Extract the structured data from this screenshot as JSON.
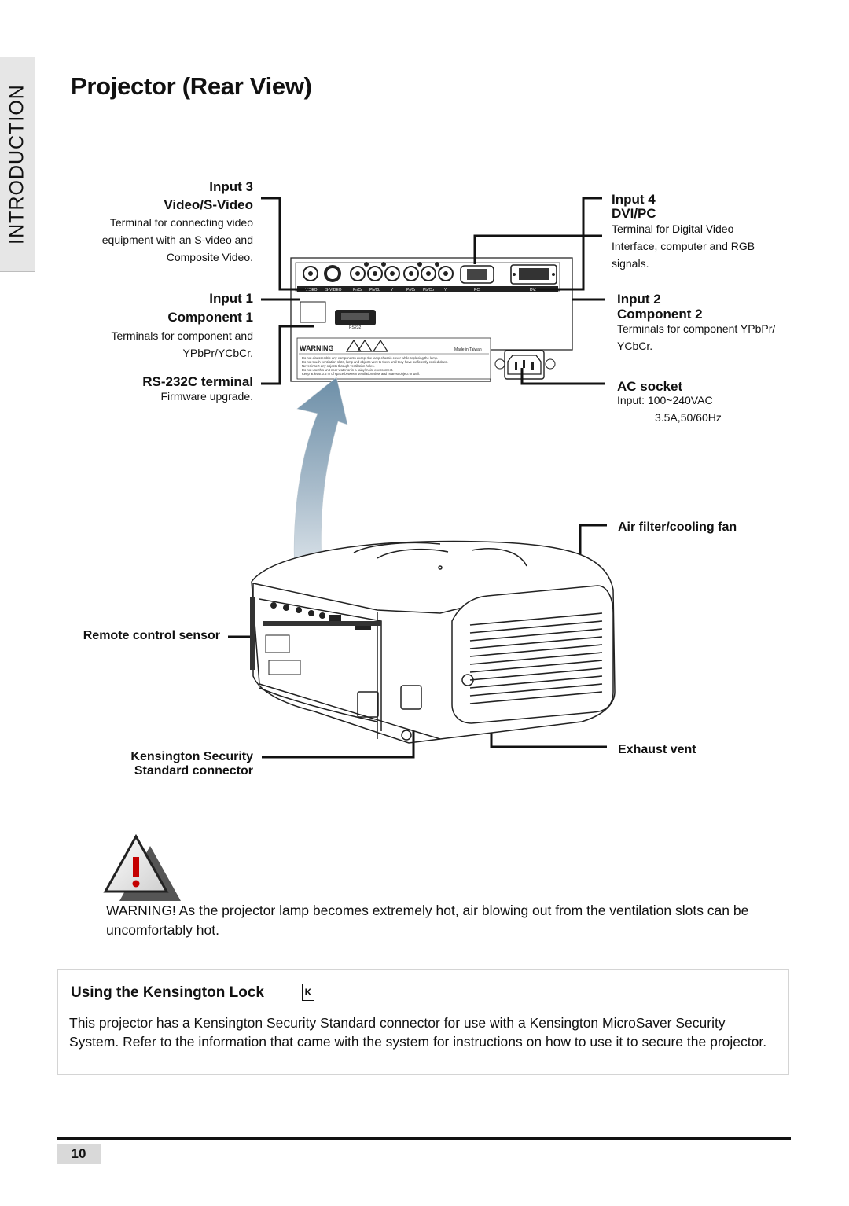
{
  "side_tab": "INTRODUCTION",
  "title": "Projector (Rear View)",
  "callouts": {
    "input3_title": "Input 3",
    "input3_name": "Video/S-Video",
    "input3_desc": [
      "Terminal for connecting video",
      "equipment with an S-video and",
      "Composite Video."
    ],
    "input1_title": "Input 1",
    "input1_name": "Component 1",
    "input1_desc": [
      "Terminals for component and",
      "YPbPr/YCbCr."
    ],
    "rs232_name": "RS-232C terminal",
    "rs232_desc": "Firmware upgrade.",
    "input4_title": "Input 4",
    "input4_name": "DVI/PC",
    "input4_desc": [
      "Terminal for Digital Video",
      "Interface, computer and RGB",
      "signals."
    ],
    "input2_title": "Input 2",
    "input2_name": "Component 2",
    "input2_desc": [
      "Terminals for component YPbPr/",
      "YCbCr."
    ],
    "ac_name": "AC socket",
    "ac_desc": [
      "Input:  100~240VAC",
      "3.5A,50/60Hz"
    ],
    "air_filter": "Air filter/cooling fan",
    "remote_sensor": "Remote control sensor",
    "exhaust": "Exhaust vent",
    "kensington_1": "Kensington Security",
    "kensington_2": "Standard connector"
  },
  "panel": {
    "port_labels": [
      "VIDEO",
      "S-VIDEO",
      "Pr/Cr",
      "Pb/Cb",
      "Y",
      "Pr/Cr",
      "Pb/Cb",
      "Y",
      "PC",
      "DVI"
    ],
    "rs232": "RS232",
    "warning": "WARNING",
    "made_in": "Made in Taiwan",
    "bullets": [
      "Do not disassemble any components except the lamp chassis cover while replacing the lamp.",
      "Do not touch ventilation slots, lamp and objects vent to them until they have sufficiently cooled down.",
      "Never insert any objects through ventilation holes.",
      "Do not use this unit near water or in a rainy/moist environment.",
      "Keep at least 0.5 m of space between ventilation slots and nearest object or wall."
    ]
  },
  "warning_text": "WARNING!  As the projector lamp becomes extremely hot, air blowing out from the ventilation slots can be uncomfortably hot.",
  "kensington": {
    "title": "Using the Kensington Lock",
    "icon": "kensington-lock-icon",
    "body": "This projector has a Kensington Security Standard connector for use with a Kensington MicroSaver Security System. Refer to the information that came with the system for instructions on how to use it to secure the projector."
  },
  "page_number": "10"
}
